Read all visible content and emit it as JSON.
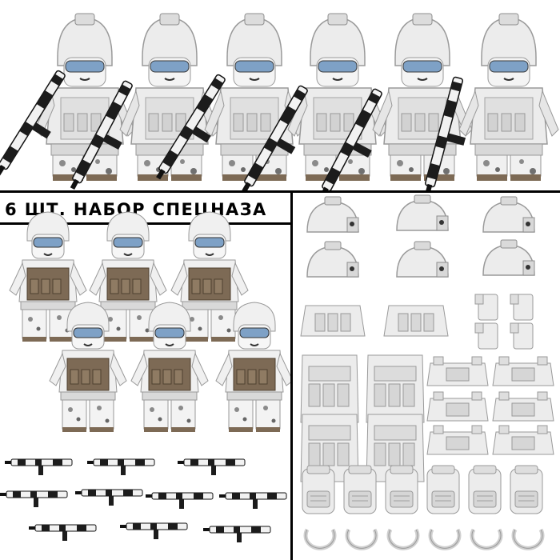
{
  "title": "6 ШТ. НАБОР СПЕЦНАЗА",
  "colors": {
    "background": "#ffffff",
    "frame": "#000000",
    "armor": "#e9e9e9",
    "armor_shade": "#cfcfcf",
    "visor": "#7ea1c6",
    "vest_brown": "#7d6a55",
    "camo_light": "#f2f2f2",
    "camo_dark": "#1c1c1c",
    "camo_grey": "#8a8a8a"
  },
  "icons": [
    "soldier-minifigure",
    "rifle",
    "helmet",
    "vest",
    "backpack",
    "holster",
    "arm-strap"
  ]
}
